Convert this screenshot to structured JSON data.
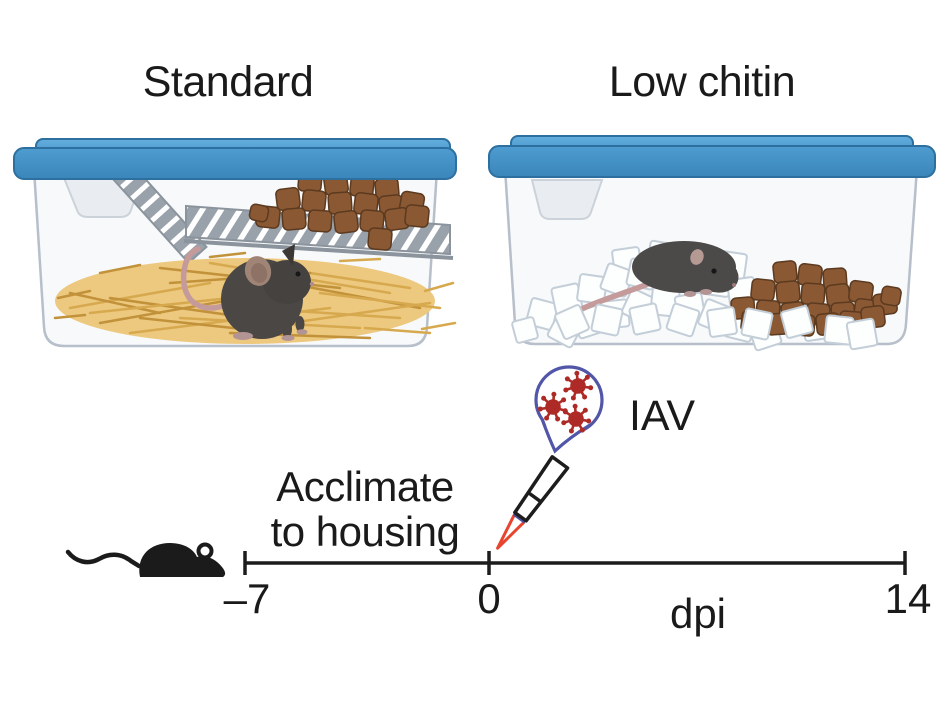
{
  "figure": {
    "background": "#ffffff",
    "text_color": "#1a1a1a"
  },
  "panels": {
    "standard": {
      "title": "Standard",
      "bedding": "straw",
      "cage_lid_color": "#4796cb",
      "cage_body_fill": "#f7f9fb",
      "cage_outline": "#b6bfca",
      "rack_color": "#99a2ab",
      "straw_color": "#edc87f",
      "straw_strand_colors": [
        "#d7a94f",
        "#c2923a"
      ],
      "pellet_color": "#8a5933",
      "pellet_outline": "#5c3a20",
      "mouse_color": "#4a4744"
    },
    "low_chitin": {
      "title": "Low chitin",
      "bedding": "paper squares",
      "paper_fill": "#fdfefe",
      "paper_outline": "#c3ced8",
      "pellet_color": "#8a5933",
      "pellet_outline": "#5c3a20",
      "mouse_color": "#4c4a49"
    }
  },
  "inoculation": {
    "label": "IAV",
    "bubble_outline": "#5156a8",
    "virus_color": "#ae2a26",
    "pipette_outline": "#1d1d1d",
    "pipette_tip_color": "#e8452e",
    "pipette_band_color": "#4a4fa0"
  },
  "timeline": {
    "phase_label_line1": "Acclimate",
    "phase_label_line2": "to housing",
    "ticks": [
      "–7",
      "0",
      "14"
    ],
    "unit_label": "dpi",
    "axis_color": "#1c1c1c",
    "silhouette_color": "#1b1b1b"
  }
}
